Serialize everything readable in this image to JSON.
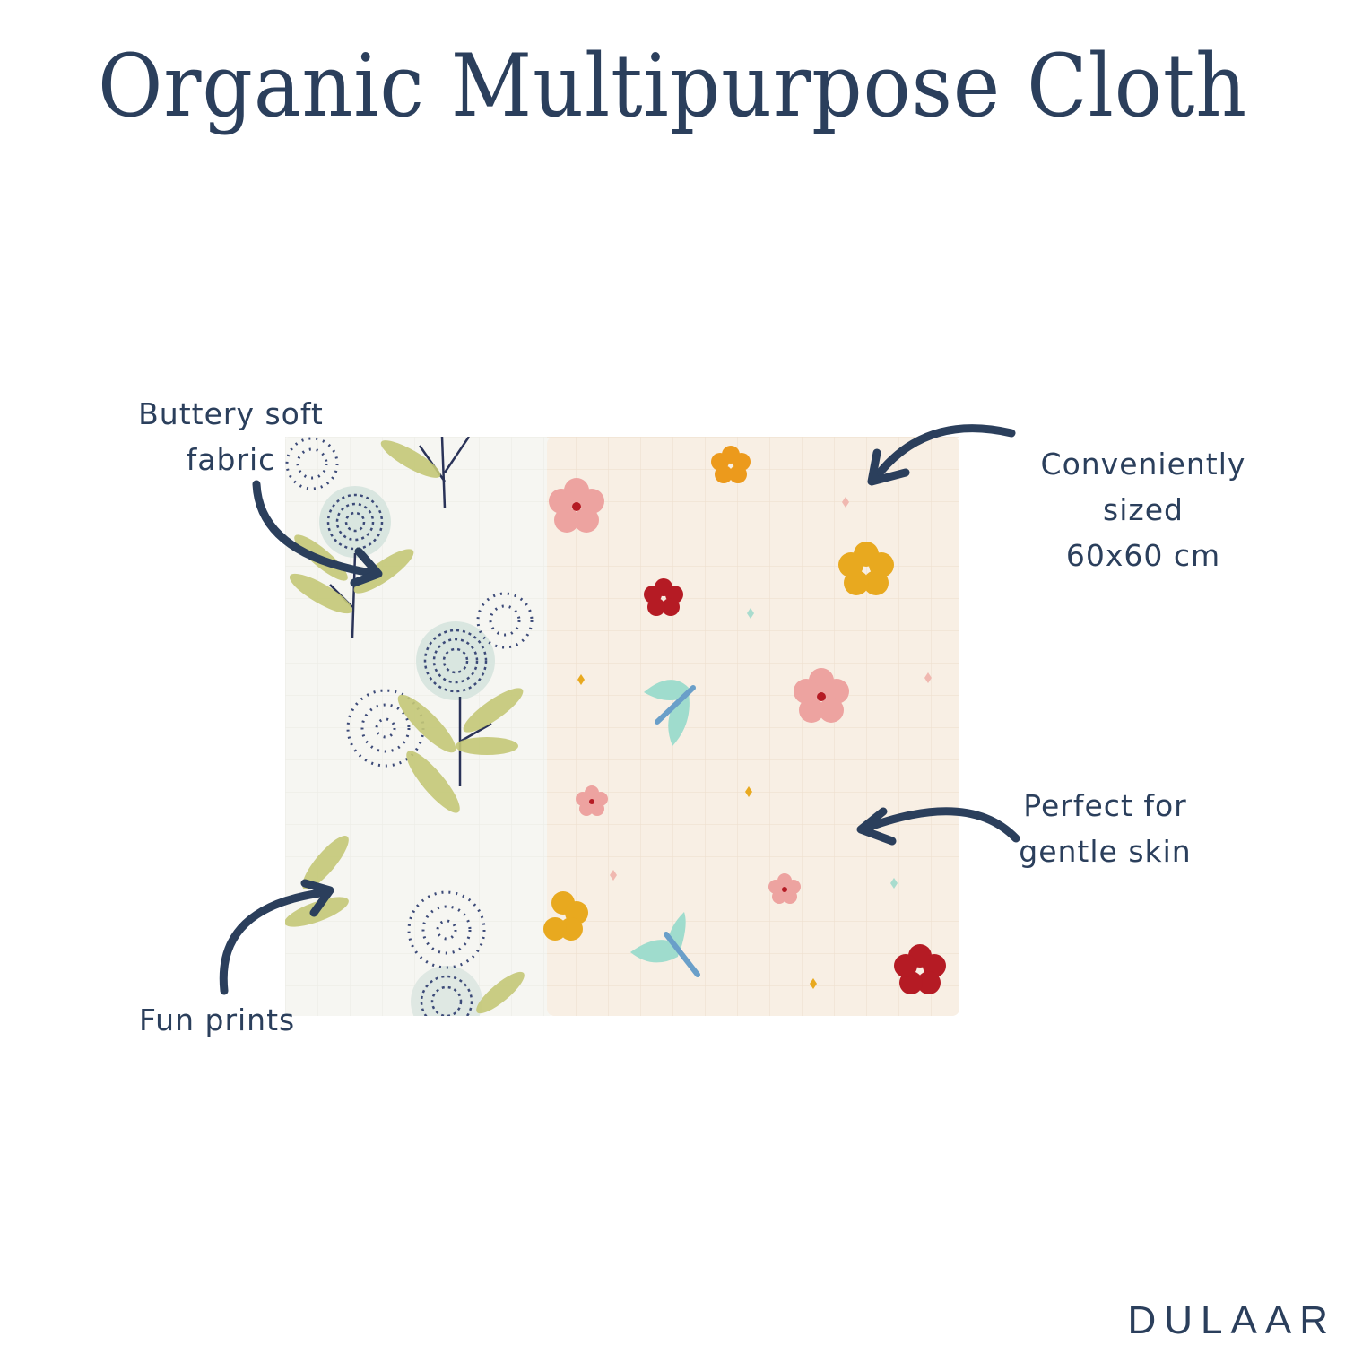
{
  "header": {
    "title": "Organic Multipurpose Cloth"
  },
  "callouts": [
    {
      "id": "buttery",
      "lines": [
        "Buttery soft",
        "fabric"
      ]
    },
    {
      "id": "sized",
      "lines": [
        "Conveniently sized",
        "60x60 cm"
      ]
    },
    {
      "id": "gentle",
      "lines": [
        "Perfect for",
        "gentle skin"
      ]
    },
    {
      "id": "prints",
      "lines": [
        "Fun prints"
      ]
    }
  ],
  "brand": {
    "name": "DULAAR"
  },
  "colors": {
    "text": "#2b3f5c",
    "background": "#ffffff",
    "cloth_left": "#f6f6f2",
    "cloth_right": "#f8efe4",
    "pink_flower": "#eda3a0",
    "yellow_flower": "#e8a91f",
    "red_flower": "#b51b24",
    "mint_leaf": "#9fdccd",
    "olive_leaf": "#c5c877",
    "navy_dots": "#3c4a78"
  }
}
